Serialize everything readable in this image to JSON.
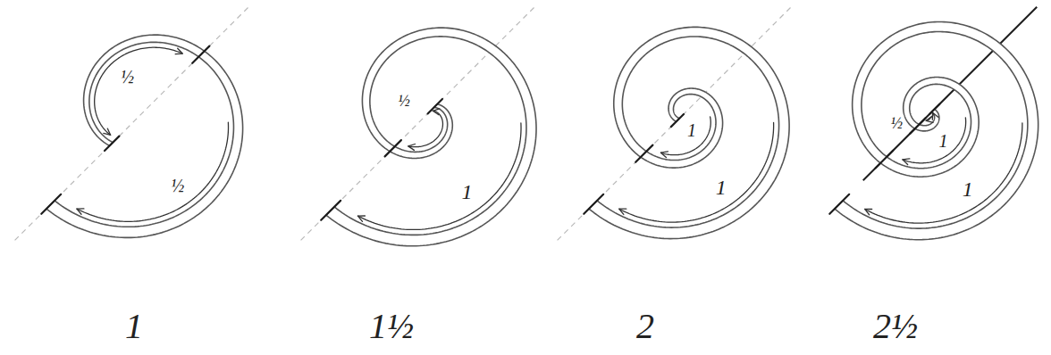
{
  "diagram": {
    "labels": [
      "½",
      "½",
      "1",
      "½",
      "1",
      "1½",
      "1",
      "1",
      "2",
      "½",
      "1",
      "1",
      "2½"
    ]
  }
}
